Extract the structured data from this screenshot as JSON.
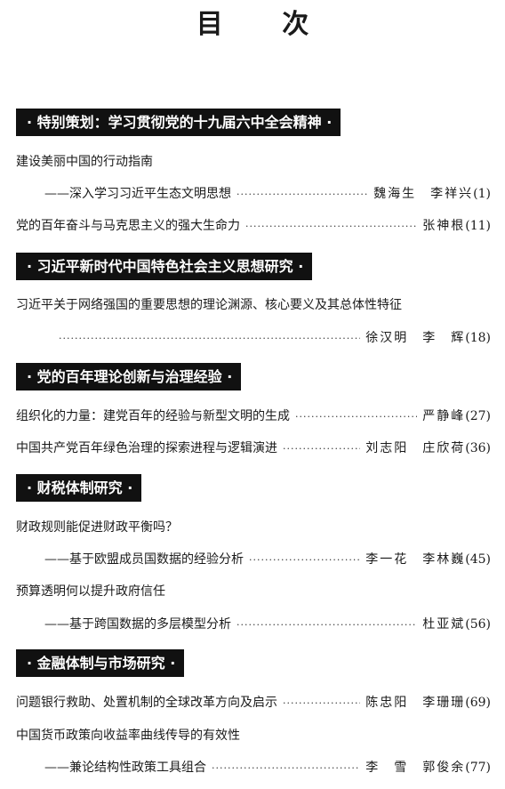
{
  "title": "目 次",
  "sections": [
    {
      "heading": "· 特别策划：学习贯彻党的十九届六中全会精神 ·",
      "articles": [
        {
          "title": "建设美丽中国的行动指南"
        },
        {
          "subtitle": "——深入学习习近平生态文明思想",
          "author1": "魏海生",
          "author2": "李祥兴",
          "page": "(1)"
        },
        {
          "title": "党的百年奋斗与马克思主义的强大生命力",
          "author1": "张神根",
          "page": "(11)"
        }
      ]
    },
    {
      "heading": "· 习近平新时代中国特色社会主义思想研究 ·",
      "articles": [
        {
          "title": "习近平关于网络强国的重要思想的理论渊源、核心要义及其总体性特征"
        },
        {
          "author1": "徐汉明",
          "author2": "李　辉",
          "page": "(18)"
        }
      ]
    },
    {
      "heading": "· 党的百年理论创新与治理经验 ·",
      "articles": [
        {
          "title": "组织化的力量：建党百年的经验与新型文明的生成",
          "author1": "严静峰",
          "page": "(27)"
        },
        {
          "title": "中国共产党百年绿色治理的探索进程与逻辑演进",
          "author1": "刘志阳",
          "author2": "庄欣荷",
          "page": "(36)"
        }
      ]
    },
    {
      "heading": "· 财税体制研究 ·",
      "articles": [
        {
          "title": "财政规则能促进财政平衡吗？"
        },
        {
          "subtitle": "——基于欧盟成员国数据的经验分析",
          "author1": "李一花",
          "author2": "李林巍",
          "page": "(45)"
        },
        {
          "title": "预算透明何以提升政府信任"
        },
        {
          "subtitle": "——基于跨国数据的多层模型分析",
          "author1": "杜亚斌",
          "page": "(56)"
        }
      ]
    },
    {
      "heading": "· 金融体制与市场研究 ·",
      "articles": [
        {
          "title": "问题银行救助、处置机制的全球改革方向及启示",
          "author1": "陈忠阳",
          "author2": "李珊珊",
          "page": "(69)"
        },
        {
          "title": "中国货币政策向收益率曲线传导的有效性"
        },
        {
          "subtitle": "——兼论结构性政策工具组合",
          "author1": "李　雪",
          "author2": "郭俊余",
          "page": "(77)"
        }
      ]
    }
  ]
}
